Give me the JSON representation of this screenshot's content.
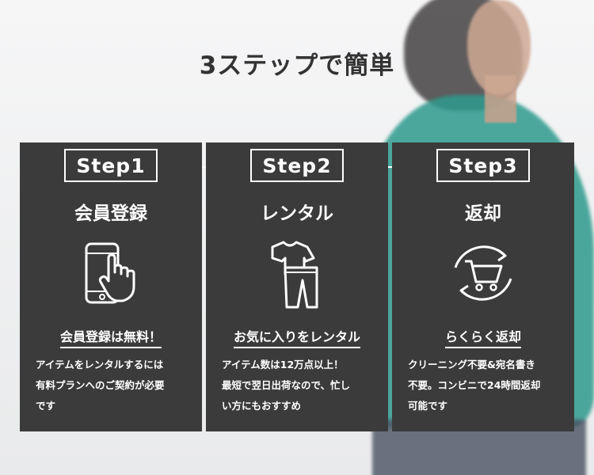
{
  "page": {
    "title": "3ステップで簡単"
  },
  "steps": [
    {
      "badge": "Step1",
      "heading": "会員登録",
      "icon": "smartphone-tap-icon",
      "subhead": "会員登録は無料！",
      "description": "アイテムをレンタルするには\n有料プランへのご契約が必要\nです"
    },
    {
      "badge": "Step2",
      "heading": "レンタル",
      "icon": "clothes-icon",
      "subhead": "お気に入りをレンタル",
      "description": "アイテム数は12万点以上！\n最短で翌日出荷なので、忙し\nい方にもおすすめ"
    },
    {
      "badge": "Step3",
      "heading": "返却",
      "icon": "cart-return-icon",
      "subhead": "らくらく返却",
      "description": "クリーニング不要&宛名書き\n不要。コンビニで24時間返却\n可能です"
    }
  ],
  "colors": {
    "card_bg": "#3b3b3b",
    "card_text": "#ffffff",
    "title_text": "#333333"
  }
}
